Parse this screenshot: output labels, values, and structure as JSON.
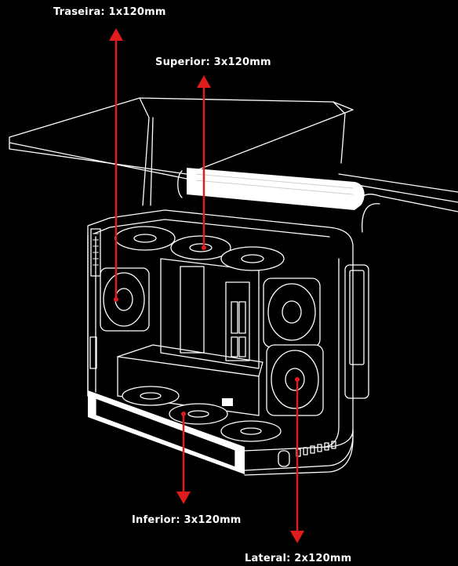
{
  "labels": {
    "rear": "Traseira: 1x120mm",
    "top": "Superior: 3x120mm",
    "bottom": "Inferior: 3x120mm",
    "side": "Lateral: 2x120mm"
  },
  "colors": {
    "background": "#000000",
    "lines": "#ffffff",
    "arrows": "#e11b1b"
  },
  "icons": {
    "arrow_up": "arrow-up-icon",
    "arrow_down": "arrow-down-icon",
    "fan": "fan-icon"
  }
}
